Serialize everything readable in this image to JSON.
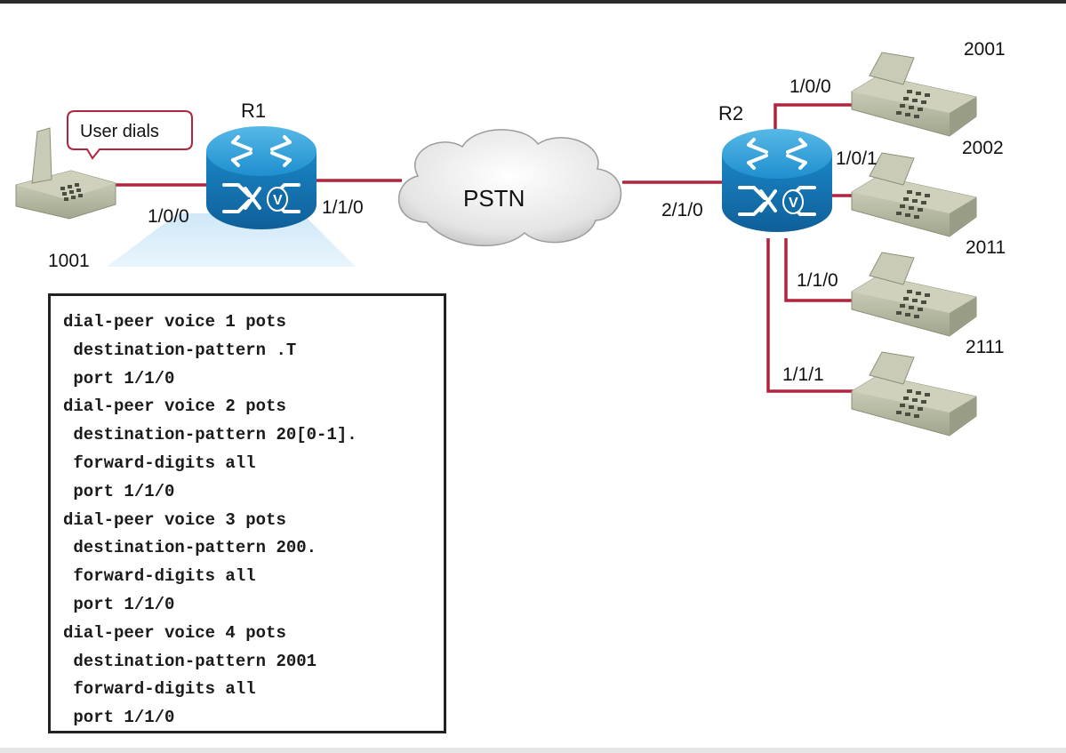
{
  "callout": {
    "text": "User dials"
  },
  "routers": [
    {
      "name": "R1",
      "badge": "V"
    },
    {
      "name": "R2",
      "badge": "V"
    }
  ],
  "cloud": {
    "label": "PSTN"
  },
  "ports": {
    "r1_left": "1/0/0",
    "r1_right": "1/1/0",
    "r2_left": "2/1/0",
    "r2_phone1": "1/0/0",
    "r2_phone2": "1/0/1",
    "r2_phone3": "1/1/0",
    "r2_phone4": "1/1/1"
  },
  "phones": {
    "left": "1001",
    "right": [
      "2001",
      "2002",
      "2011",
      "2111"
    ]
  },
  "config": [
    "dial-peer voice 1 pots",
    " destination-pattern .T",
    " port 1/1/0",
    "dial-peer voice 2 pots",
    " destination-pattern 20[0-1].",
    " forward-digits all",
    " port 1/1/0",
    "dial-peer voice 3 pots",
    " destination-pattern 200.",
    " forward-digits all",
    " port 1/1/0",
    "dial-peer voice 4 pots",
    " destination-pattern 2001",
    " forward-digits all",
    " port 1/1/0"
  ],
  "colors": {
    "link": "#b0243c",
    "router_top": "#2f9fd6",
    "router_side": "#1677b8",
    "phone": "#b8bba4"
  }
}
